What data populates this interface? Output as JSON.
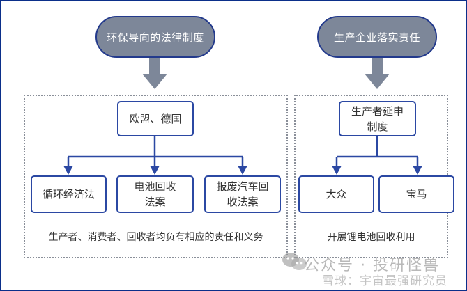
{
  "left": {
    "header": "环保导向的法律制度",
    "root": "欧盟、德国",
    "children": [
      "循环经济法",
      "电池回收\n法案",
      "报废汽车回\n收法案"
    ],
    "caption": "生产者、消费者、回收者均负有相应的责任和义务"
  },
  "right": {
    "header": "生产企业落实责任",
    "root": "生产者延申\n制度",
    "children": [
      "大众",
      "宝马"
    ],
    "caption": "开展锂电池回收利用"
  },
  "watermark": {
    "line1": "公众号 · 投研怪兽",
    "line2": "雪球：宇宙最强研究员",
    "icon": "wechat-icon"
  },
  "colors": {
    "pill_fill": "#7d8799",
    "pill_border": "#233a8c",
    "box_border": "#2b48a3",
    "frame_border": "#0b2f8a",
    "arrow_gray": "#7d8799"
  }
}
